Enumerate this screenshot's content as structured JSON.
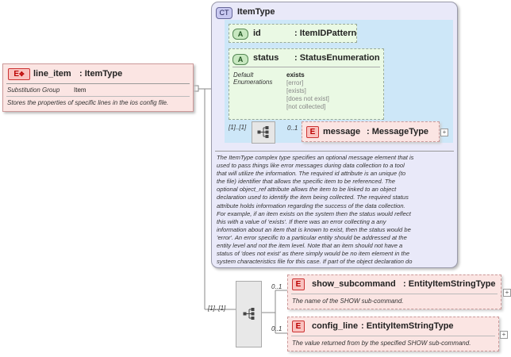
{
  "main_element": {
    "badge": "E",
    "name": "line_item",
    "type_ref": ": ItemType",
    "substitution_label": "Substitution Group",
    "substitution_value": "Item",
    "documentation": "Stores the properties of specific lines in the ios config file."
  },
  "complex_type": {
    "badge": "CT",
    "name": "ItemType",
    "attributes": [
      {
        "badge": "A",
        "name": "id",
        "type": ": ItemIDPattern"
      },
      {
        "badge": "A",
        "name": "status",
        "type": ": StatusEnumeration",
        "default_label": "Default",
        "enumerations_label": "Enumerations",
        "default_value": "exists",
        "enumerations": [
          "[error]",
          "[exists]",
          "[does not exist]",
          "[not collected]"
        ]
      }
    ],
    "sequence_multiplicity": "[1]..[1]",
    "message": {
      "badge": "E",
      "name": "message",
      "type": ": MessageType",
      "multiplicity": "0..1"
    },
    "documentation_lines": [
      "The ItemType complex type specifies an optional message element that is",
      "used to pass things like error messages during data collection to a tool",
      "that will utilize the information. The required id attribute is an unique (to",
      "the file) identifier that allows the specific item to be referenced. The",
      "optional object_ref attribute allows the item to be linked to an object",
      "declaration used to identify the item being collected. The required status",
      "attribute holds information regarding the success of the data collection.",
      "For example, if an item exists on the system then the status would reflect",
      "this with a value of 'exists'. If there was an error collecting a any",
      "information about an item that is known to exist, then the status would be",
      "'error'. An error specific to a particular entity should be addressed at the",
      "entity level and not the item level. Note that an item should not have a",
      "status of 'does not exist' as there simply would be no item element in the",
      "system characteristics file for this case. If part of the object declaration do"
    ]
  },
  "sequence_multiplicity": "[1]..[1]",
  "children": [
    {
      "badge": "E",
      "name": "show_subcommand",
      "type": ": EntityItemStringType",
      "multiplicity": "0..1",
      "documentation": "The name of the SHOW sub-command."
    },
    {
      "badge": "E",
      "name": "config_line",
      "type": ": EntityItemStringType",
      "multiplicity": "0..1",
      "documentation": "The value returned from by the specified SHOW sub-command."
    }
  ],
  "plus_symbol": "+"
}
